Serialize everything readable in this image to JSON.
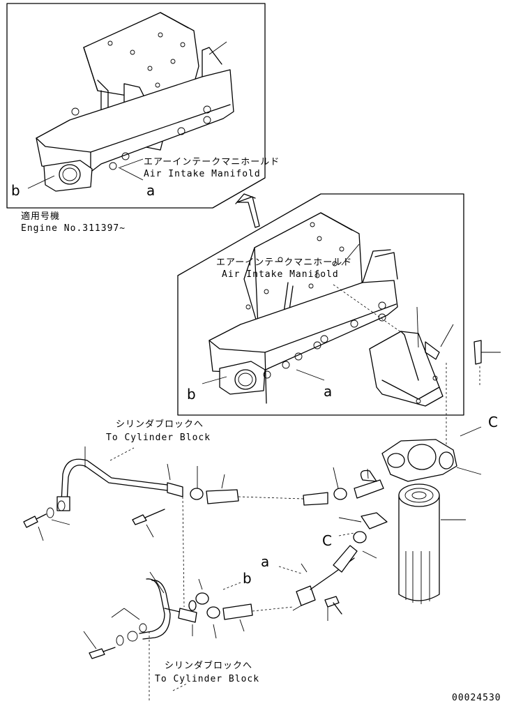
{
  "labels": {
    "manifold_jp": "エアーインテークマニホールド",
    "manifold_en": "Air Intake Manifold",
    "applicable_jp": "適用号機",
    "engine_no": "Engine No.311397~",
    "to_cyl_jp": "シリンダブロックへ",
    "to_cyl_en": "To Cylinder Block",
    "ref_a": "a",
    "ref_b": "b",
    "ref_c": "C",
    "drawing_no": "00024530"
  },
  "colors": {
    "line": "#000000",
    "background": "#ffffff"
  }
}
